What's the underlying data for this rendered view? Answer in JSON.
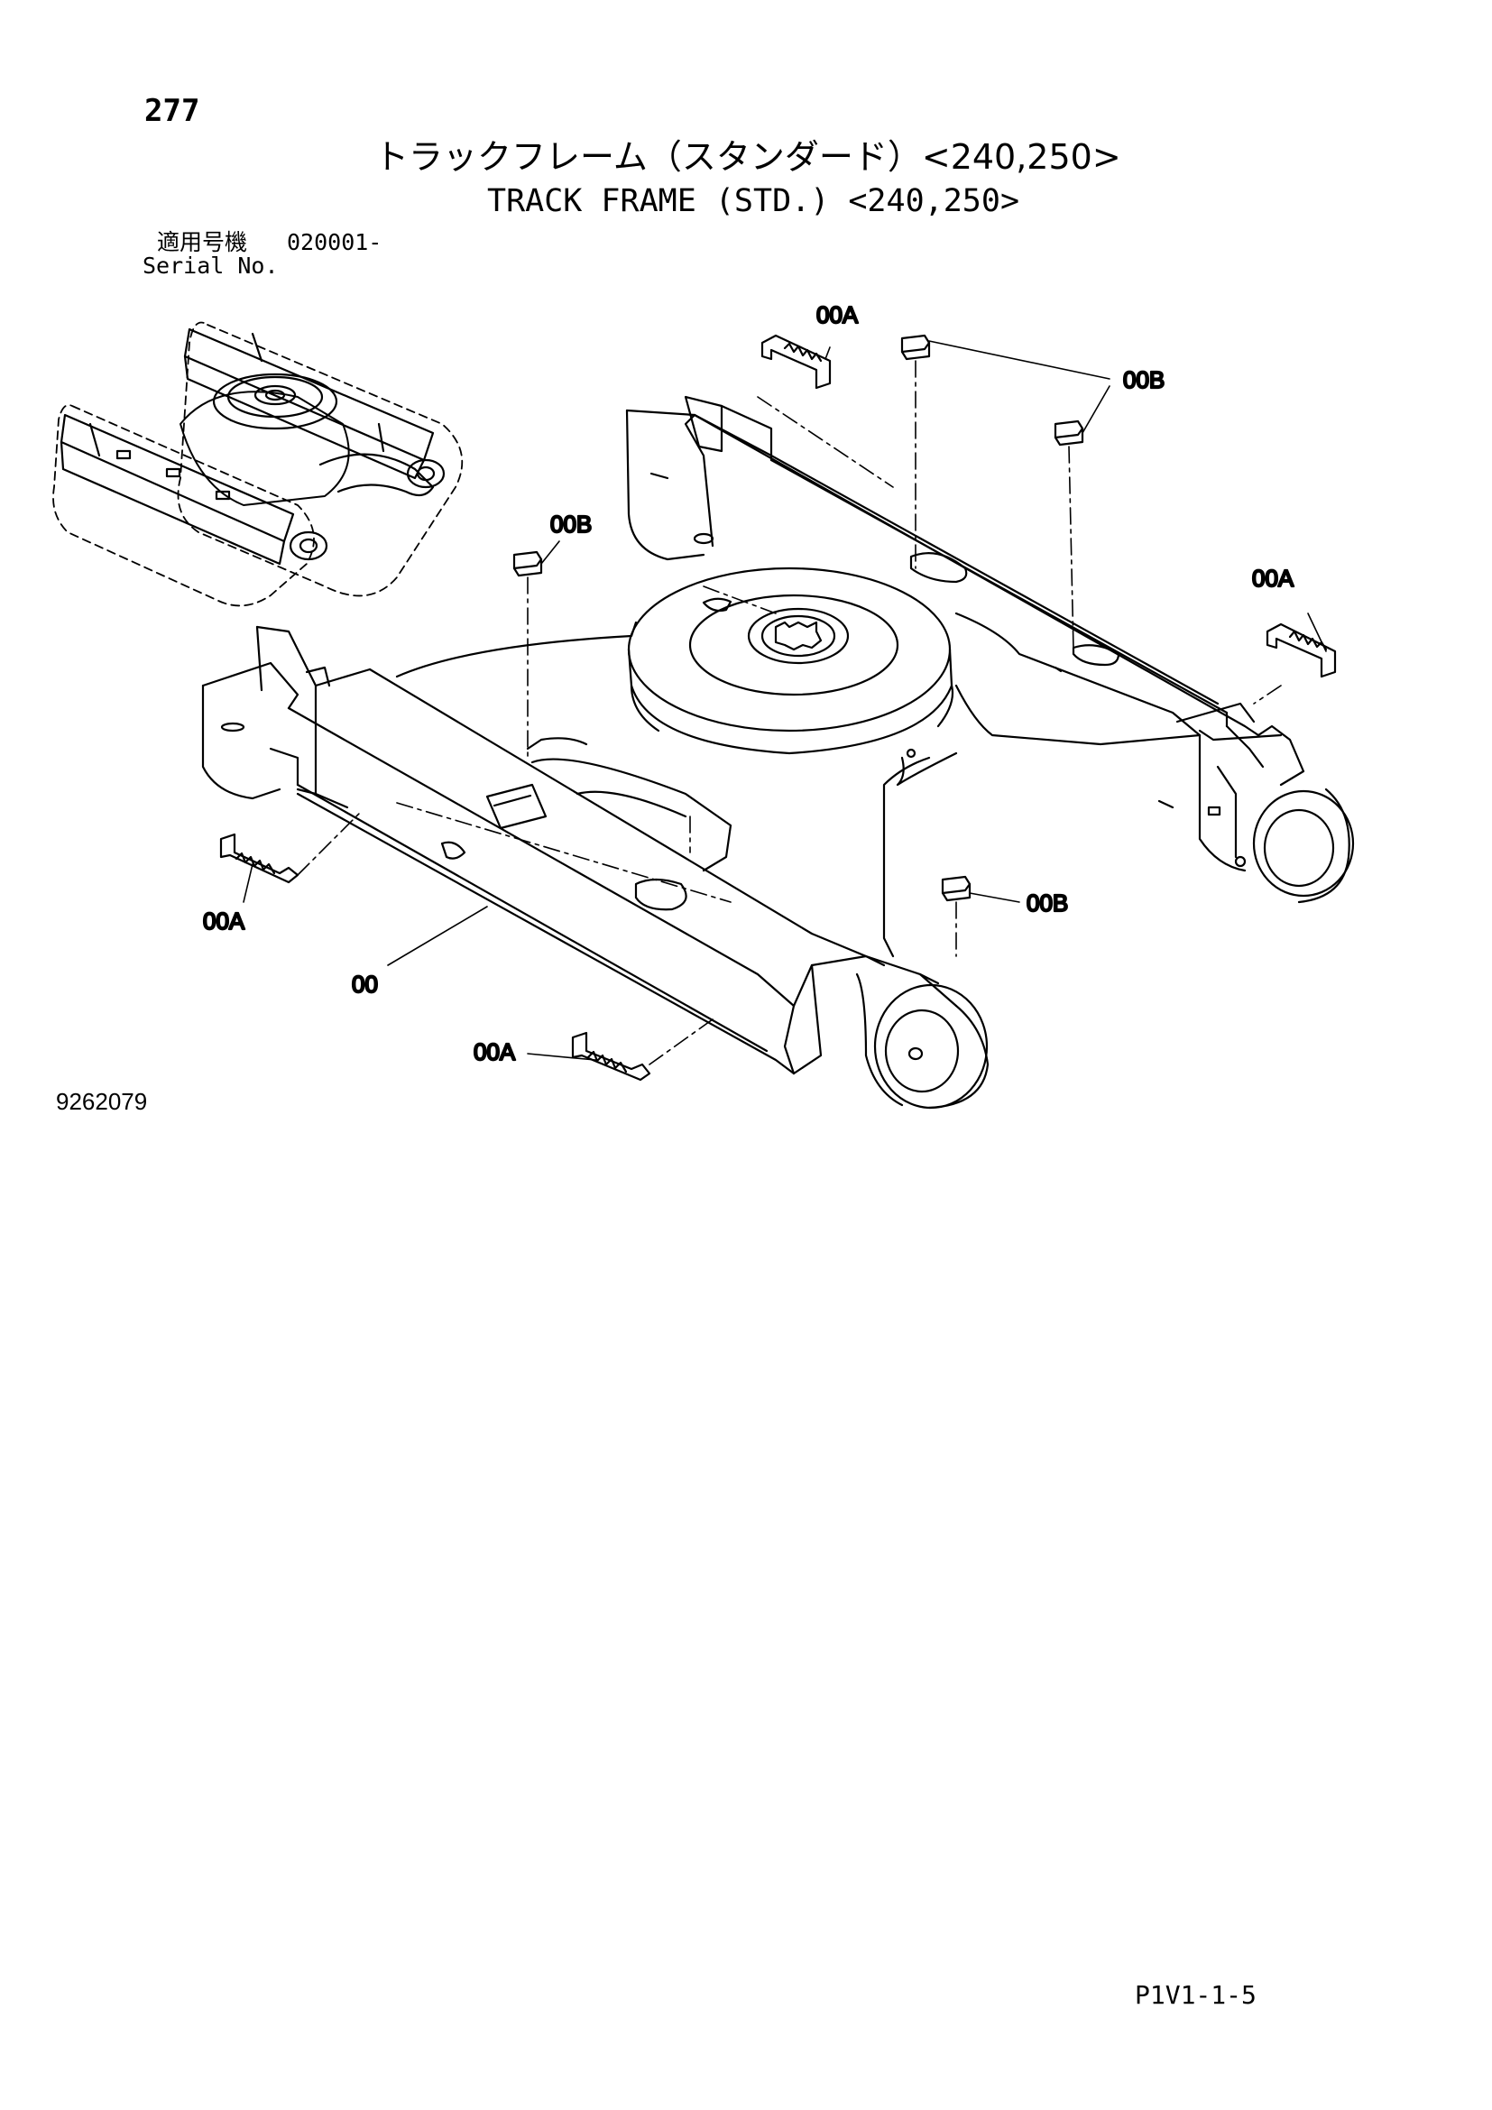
{
  "header": {
    "page_number": "277",
    "title_jp": "トラックフレーム（スタンダード）<240,250>",
    "title_en": "TRACK FRAME (STD.) <240,250>",
    "serial_label_jp": "適用号機",
    "serial_value": "020001-",
    "serial_label_en": "Serial No."
  },
  "callouts": {
    "frame": "00",
    "clip_top": "00A",
    "clip_right": "00A",
    "clip_left": "00A",
    "clip_bottom": "00A",
    "pad_top_right": "00B",
    "pad_left": "00B",
    "pad_bottom_right": "00B"
  },
  "footer": {
    "drawing_number": "9262079",
    "page_code": "P1V1-1-5"
  }
}
